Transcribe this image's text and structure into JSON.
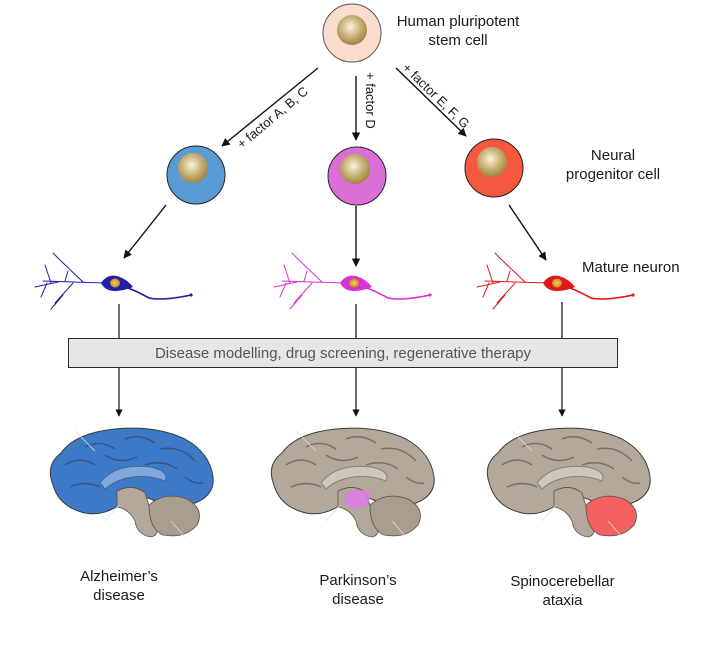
{
  "diagram": {
    "stem_cell": {
      "label_line1": "Human pluripotent",
      "label_line2": "stem cell",
      "fill": "#f9dccb",
      "nucleus_color": "#b8a060"
    },
    "factors": [
      {
        "label": "+ factor A, B, C"
      },
      {
        "label": "+ factor D"
      },
      {
        "label": "+ factor E, F, G"
      }
    ],
    "progenitor_label_line1": "Neural",
    "progenitor_label_line2": "progenitor cell",
    "progenitor_cells": [
      {
        "name": "blue-progenitor",
        "fill": "#5b9bd5"
      },
      {
        "name": "magenta-progenitor",
        "fill": "#da70d6"
      },
      {
        "name": "red-progenitor",
        "fill": "#f4593f"
      }
    ],
    "neuron_label": "Mature neuron",
    "neurons": [
      {
        "name": "blue-neuron",
        "color": "#1f1fa8"
      },
      {
        "name": "magenta-neuron",
        "color": "#d633d6"
      },
      {
        "name": "red-neuron",
        "color": "#e0161b"
      }
    ],
    "applications_box": "Disease modelling, drug screening, regenerative therapy",
    "diseases": [
      {
        "line1": "Alzheimer’s",
        "line2": "disease",
        "highlight": "#3d7ac8",
        "region": "cerebral cortex"
      },
      {
        "line1": "Parkinson’s",
        "line2": "disease",
        "highlight": "#e07ae8",
        "region": "midbrain"
      },
      {
        "line1": "Spinocerebellar",
        "line2": "ataxia",
        "highlight": "#f26060",
        "region": "cerebellum"
      }
    ],
    "brain_base_color": "#b3a89a"
  }
}
